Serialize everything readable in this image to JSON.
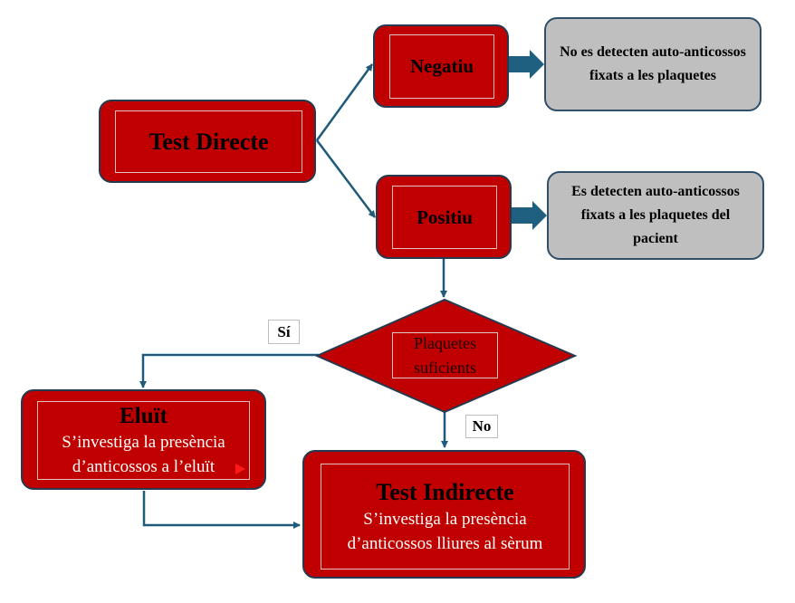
{
  "nodes": {
    "test_directe": {
      "title": "Test Directe"
    },
    "negatiu": {
      "title": "Negatiu"
    },
    "positiu": {
      "title": "Positiu"
    },
    "negatiu_result": {
      "text": "No es detecten auto-anticossos fixats a les plaquetes"
    },
    "positiu_result": {
      "text": "Es detecten auto-anticossos fixats a les plaquetes del pacient"
    },
    "decision": {
      "label": "Plaquetes suficients"
    },
    "eluit": {
      "title": "Eluït",
      "text": "S’investiga la presència d’anticossos a l’eluït"
    },
    "test_indirecte": {
      "title": "Test Indirecte",
      "text": "S’investiga la presència d’anticossos lliures al sèrum"
    }
  },
  "edge_labels": {
    "yes": "Sí",
    "no": "No"
  },
  "colors": {
    "node_fill": "#c00000",
    "node_border": "#243a4f",
    "result_fill": "#bfbfbf",
    "connector": "#1f5a7a",
    "block_arrow": "#1f5f7f"
  }
}
